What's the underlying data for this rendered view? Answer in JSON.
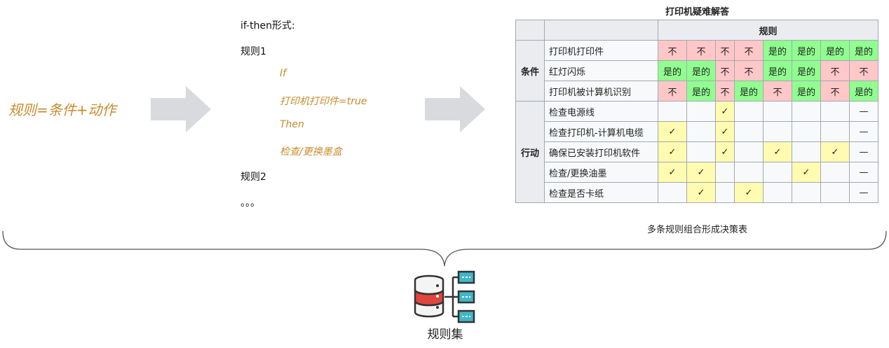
{
  "formula": "规则=条件+动作",
  "rules_text": {
    "heading": "if-then形式:",
    "rule1": "规则1",
    "if": "If",
    "condition": "打印机打印件=true",
    "then": "Then",
    "action": "检查/更换墨盒",
    "rule2": "规则2",
    "ellipsis": "。。。"
  },
  "decision_table": {
    "title": "打印机疑难解答",
    "rules_header": "规则",
    "conditions_label": "条件",
    "actions_label": "行动",
    "conditions": [
      {
        "name": "打印机打印件",
        "values": [
          "不",
          "不",
          "不",
          "不",
          "是的",
          "是的",
          "是的",
          "是的"
        ]
      },
      {
        "name": "红灯闪烁",
        "values": [
          "是的",
          "是的",
          "不",
          "不",
          "是的",
          "是的",
          "不",
          "不"
        ]
      },
      {
        "name": "打印机被计算机识别",
        "values": [
          "不",
          "是的",
          "不",
          "是的",
          "不",
          "是的",
          "不",
          "是的"
        ]
      }
    ],
    "actions": [
      {
        "name": "检查电源线",
        "values": [
          "",
          "",
          "✓",
          "",
          "",
          "",
          "",
          "—"
        ]
      },
      {
        "name": "检查打印机-计算机电缆",
        "values": [
          "✓",
          "",
          "✓",
          "",
          "",
          "",
          "",
          "—"
        ]
      },
      {
        "name": "确保已安装打印机软件",
        "values": [
          "✓",
          "",
          "✓",
          "",
          "✓",
          "",
          "✓",
          "—"
        ]
      },
      {
        "name": "检查/更换油墨",
        "values": [
          "✓",
          "✓",
          "",
          "",
          "",
          "✓",
          "",
          "—"
        ]
      },
      {
        "name": "检查是否卡纸",
        "values": [
          "",
          "✓",
          "",
          "✓",
          "",
          "",
          "",
          "—"
        ]
      }
    ],
    "caption": "多条规则组合形成决策表"
  },
  "rule_set_label": "规则集",
  "colors": {
    "accent_orange": "#c98b2e",
    "arrow_gray": "#d9dadd",
    "no_cell": "#ffc7c8",
    "yes_cell": "#90ff90",
    "check_cell": "#fffbb0",
    "db_red": "#e0463e",
    "db_teal": "#3fb8c8"
  }
}
